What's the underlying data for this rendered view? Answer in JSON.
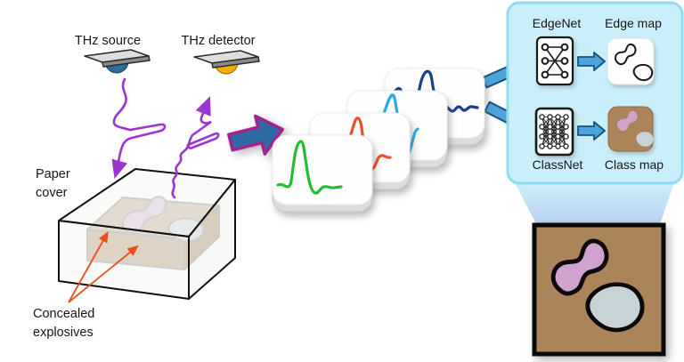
{
  "labels": {
    "thz_source": "THz source",
    "thz_detector": "THz detector",
    "paper_cover_1": "Paper",
    "paper_cover_2": "cover",
    "concealed_1": "Concealed",
    "concealed_2": "explosives",
    "edgenet": "EdgeNet",
    "edge_map": "Edge map",
    "classnet": "ClassNet",
    "class_map": "Class map"
  },
  "colors": {
    "wave_purple": "#9b35d2",
    "big_arrow_fill": "#2e6ba5",
    "big_arrow_stroke": "#a2218f",
    "flow_arrow_fill": "#4da3dc",
    "flow_arrow_stroke": "#16527e",
    "panel_fill": "#cbeffa",
    "panel_stroke": "#8ddcf2",
    "map_brown": "#ab845a",
    "blob_pink": "#cfa3cd",
    "blob_blue": "#c6d4d8",
    "blob_pink_faded": "#d9c8da",
    "blob_blue_faded": "#d6dede",
    "annotation_red": "#e8501e",
    "source_dome": "#2a6e9e",
    "detector_dome": "#f2ae00",
    "slab_tan": "#cdbaa4"
  },
  "cards": [
    {
      "name": "pulse-green",
      "color": "#1fbf2f"
    },
    {
      "name": "pulse-orange",
      "color": "#f04e23"
    },
    {
      "name": "pulse-cyan",
      "color": "#2aabe4"
    },
    {
      "name": "pulse-navy",
      "color": "#1c3f94"
    }
  ],
  "icons": {
    "edgenet_icon": "sparse-neural-network-icon",
    "classnet_icon": "dense-neural-network-icon",
    "big_arrow_icon": "right-arrow-icon",
    "flow_arrow_icon": "right-arrow-icon",
    "thz_source_icon": "emitter-antenna-icon",
    "thz_detector_icon": "detector-antenna-icon"
  }
}
